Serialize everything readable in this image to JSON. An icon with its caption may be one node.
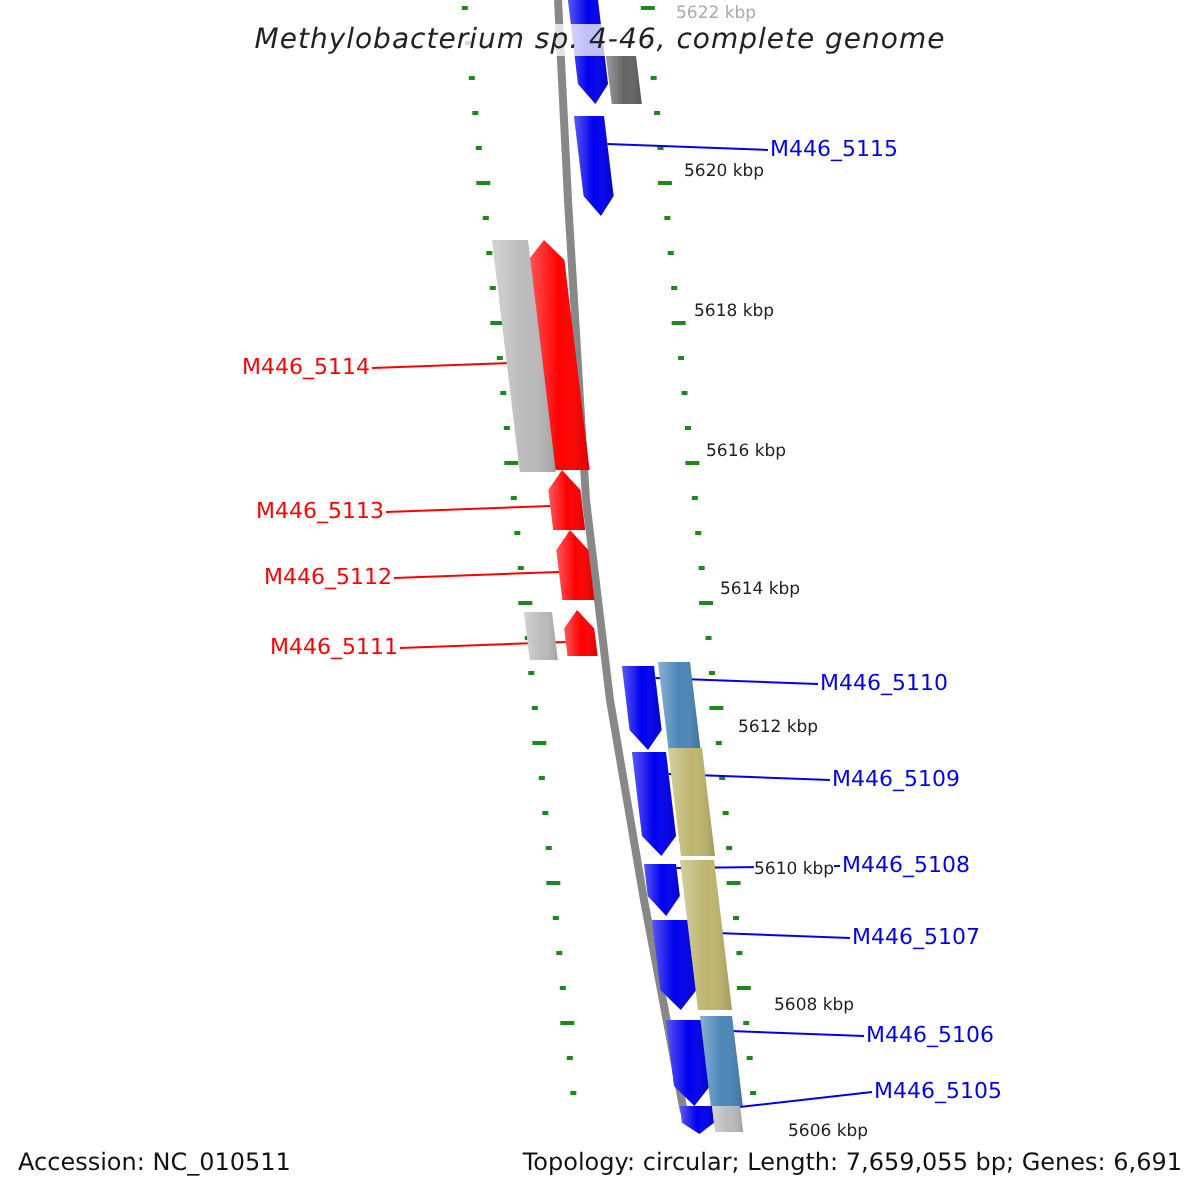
{
  "diagram": {
    "title": "Methylobacterium sp. 4-46, complete genome",
    "nodes": [
      {
        "text": [
          "M446_5115"
        ]
      },
      {
        "text": [],
        "shape": "arrow"
      },
      {
        "text": [
          "M446_5114"
        ]
      },
      {
        "text": [],
        "shape": "arrow"
      },
      {
        "text": [
          "M446_5113"
        ]
      },
      {
        "text": [],
        "shape": "arrow"
      },
      {
        "text": [
          "M446_5112"
        ]
      },
      {
        "text": [],
        "shape": "arrow"
      },
      {
        "text": [
          "M446_5111"
        ]
      },
      {
        "text": [],
        "shape": "arrow"
      },
      {
        "text": [
          "M446_5110"
        ]
      },
      {
        "text": [],
        "shape": "arrow"
      },
      {
        "text": [
          "M446_5109"
        ]
      },
      {
        "text": [],
        "shape": "arrow"
      },
      {
        "text": [
          "M446_5108"
        ]
      },
      {
        "text": [],
        "shape": "arrow"
      },
      {
        "text": [
          "M446_5107"
        ]
      },
      {
        "text": [],
        "shape": "arrow"
      },
      {
        "text": [
          "M446_5106"
        ]
      },
      {
        "text": [],
        "shape": "arrow"
      },
      {
        "text": [
          "M446_5105"
        ]
      },
      {
        "text": [],
        "shape": "arrow"
      },
      {
        "text": [],
        "shape": "arrow"
      },
      {
        "text": [],
        "shape": "box"
      },
      {
        "text": [],
        "shape": "box"
      },
      {
        "text": [],
        "shape": "box"
      },
      {
        "text": [],
        "shape": "box"
      },
      {
        "text": [],
        "shape": "box"
      },
      {
        "text": [],
        "shape": "box"
      },
      {
        "text": [],
        "shape": "box"
      },
      {
        "text": [],
        "shape": "box"
      }
    ],
    "edges": [
      {
        "from": 0,
        "to": 1,
        "arrow": "none"
      },
      {
        "from": 2,
        "to": 3,
        "arrow": "none",
        "color": "#ff0000"
      },
      {
        "from": 4,
        "to": 5,
        "arrow": "none",
        "color": "#ff0000"
      },
      {
        "from": 6,
        "to": 7,
        "arrow": "none",
        "color": "#ff0000"
      },
      {
        "from": 8,
        "to": 9,
        "arrow": "none",
        "color": "#ff0000"
      },
      {
        "from": 10,
        "to": 11,
        "arrow": "none"
      },
      {
        "from": 12,
        "to": 13,
        "arrow": "none"
      },
      {
        "from": 14,
        "to": 15,
        "arrow": "none"
      },
      {
        "from": 16,
        "to": 17,
        "arrow": "none"
      },
      {
        "from": 18,
        "to": 19,
        "arrow": "none"
      },
      {
        "from": 20,
        "to": 21,
        "arrow": "none"
      }
    ],
    "labels": [
      "5622 kbp",
      "5620 kbp",
      "5618 kbp",
      "5616 kbp",
      "5614 kbp",
      "5612 kbp",
      "5610 kbp",
      "5608 kbp",
      "5606 kbp",
      "Accession: NC_010511",
      "Topology: circular; Length: 7,659,055 bp; Genes: 6,691"
    ]
  }
}
